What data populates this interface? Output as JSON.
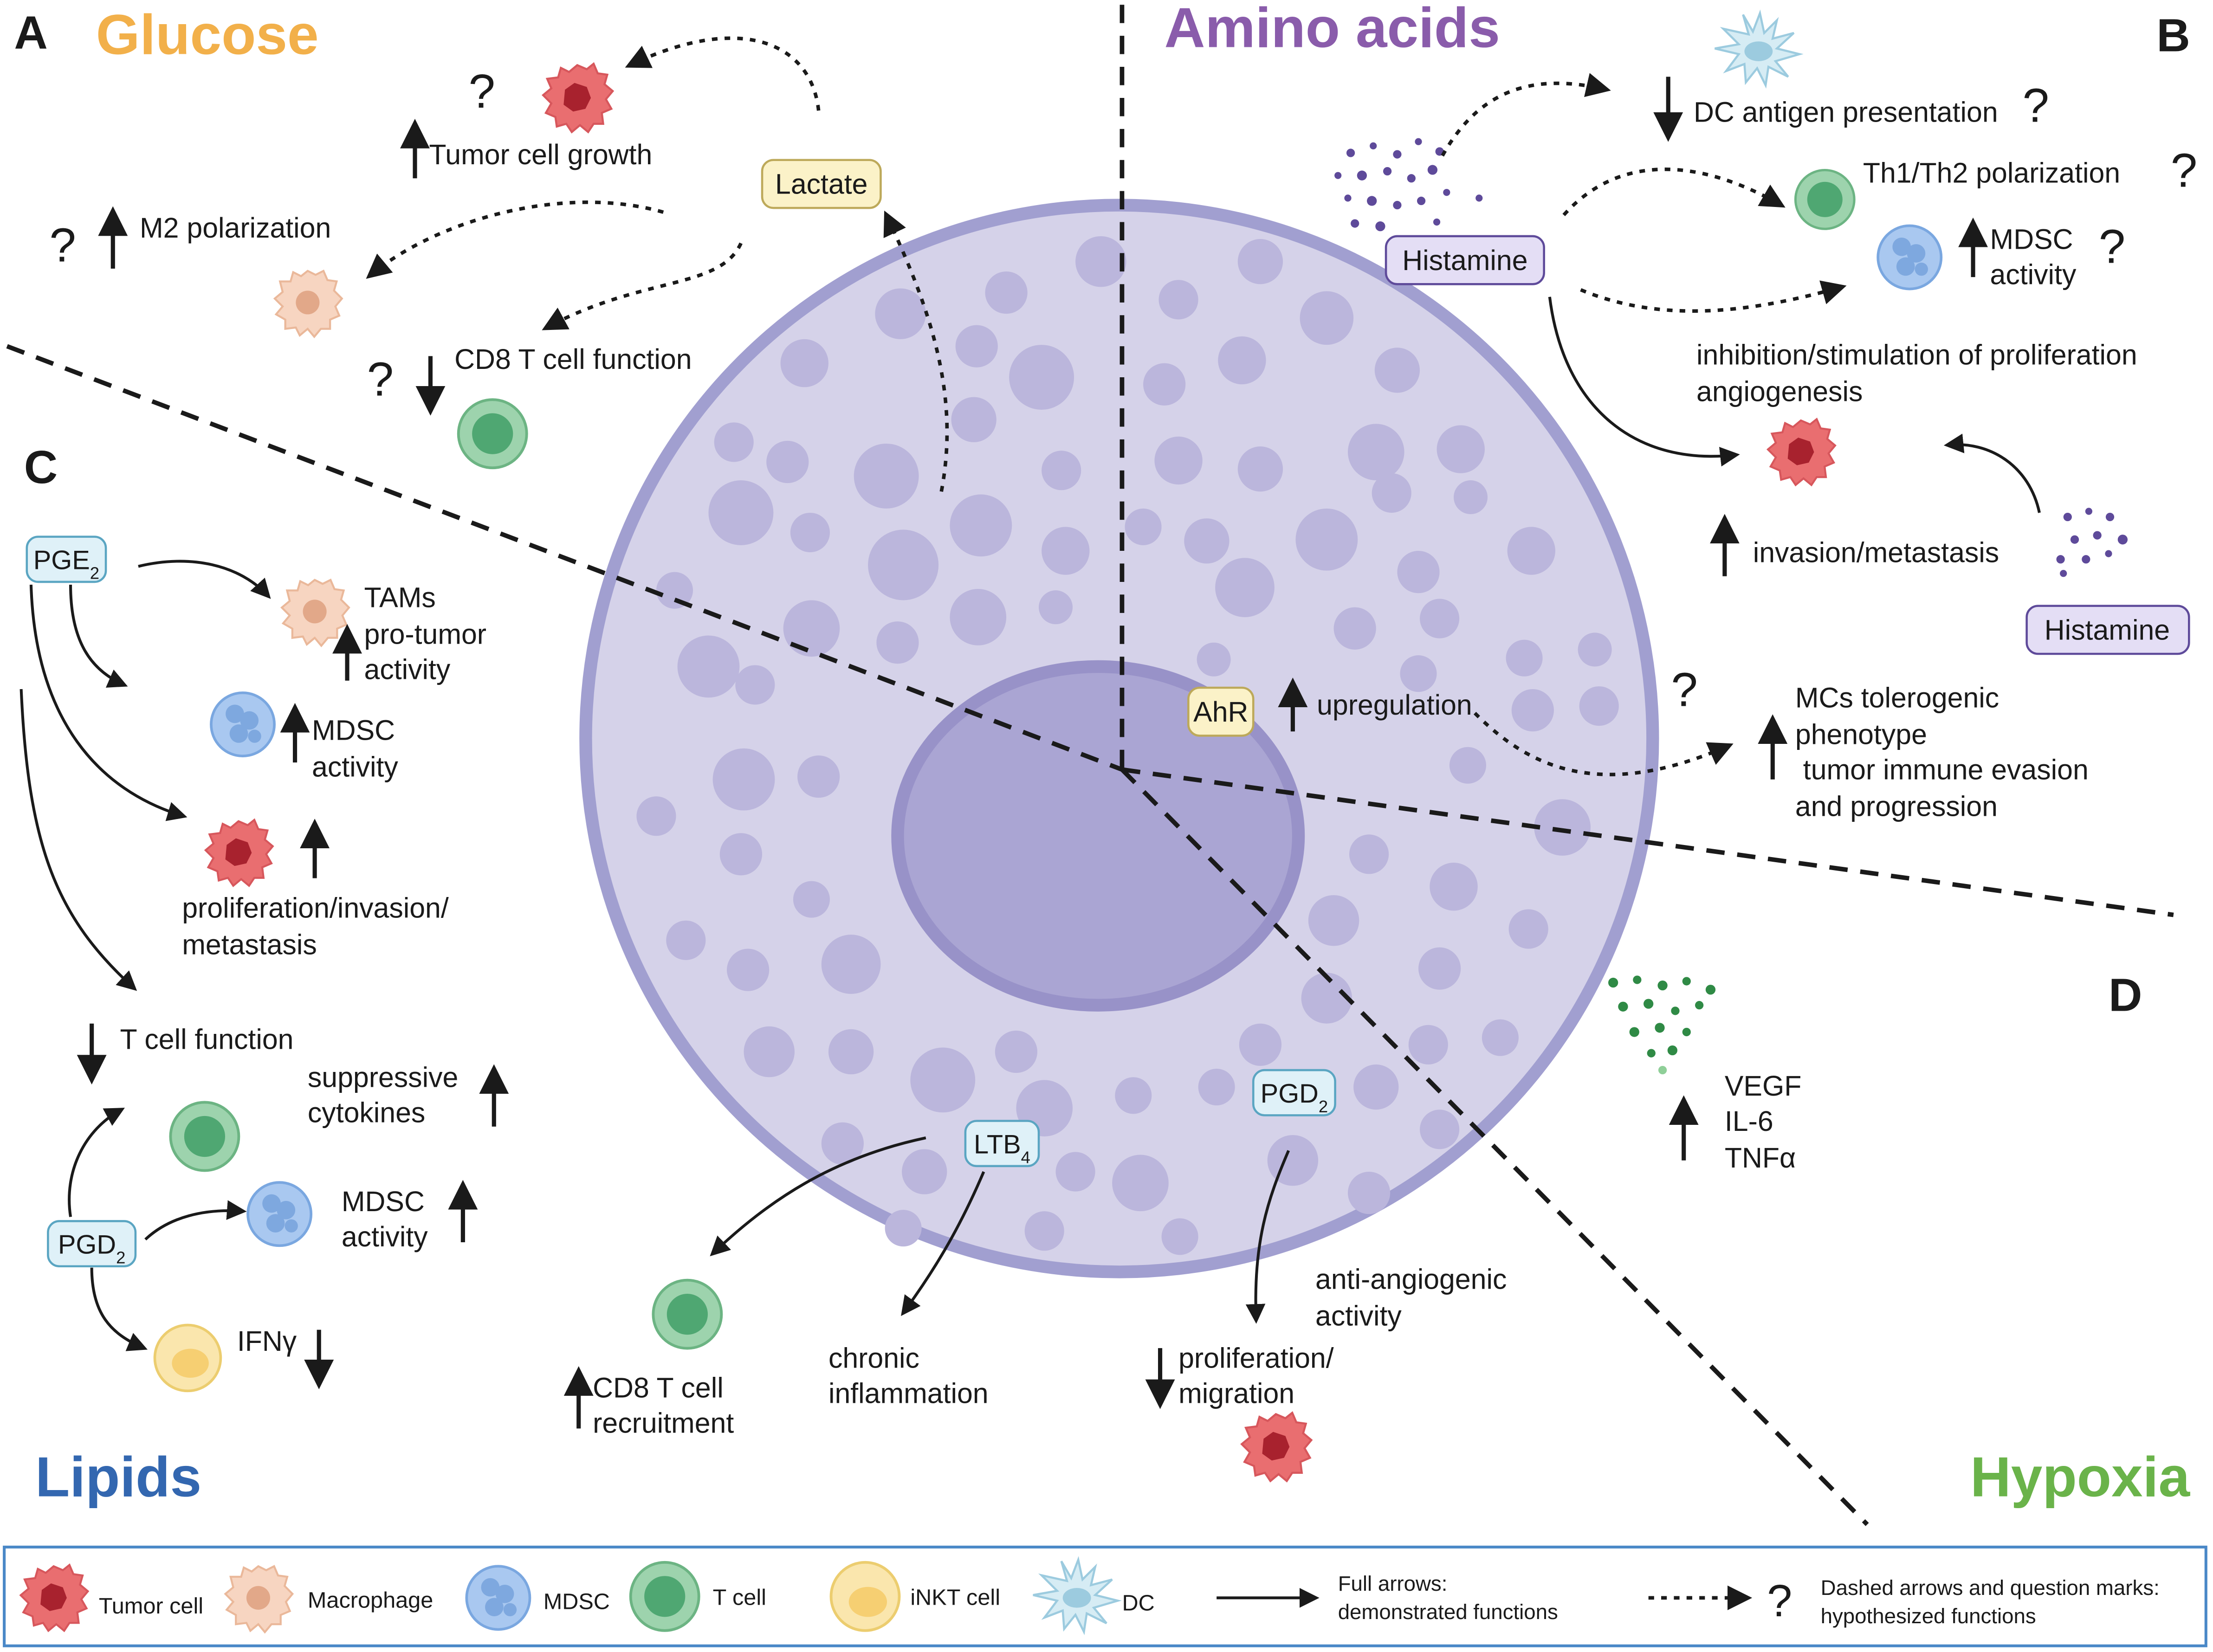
{
  "panels": {
    "a": {
      "letter": "A",
      "title": "Glucose",
      "color": "#f2b04a"
    },
    "b": {
      "letter": "B",
      "title": "Amino acids",
      "color": "#8a5cab"
    },
    "c": {
      "letter": "C",
      "title": "Lipids",
      "color": "#3367b0"
    },
    "d": {
      "letter": "D",
      "title": "Hypoxia",
      "color": "#6ab34a"
    }
  },
  "glucose": {
    "lactate": "Lactate",
    "tumor_growth": "Tumor cell growth",
    "m2": "M2 polarization",
    "cd8": "CD8 T cell function"
  },
  "amino": {
    "histamine": "Histamine",
    "dc": "DC antigen presentation",
    "th": "Th1/Th2 polarization",
    "mdsc1": "MDSC",
    "mdsc2": "activity",
    "inhib1": "inhibition/stimulation of proliferation",
    "inhib2": "angiogenesis",
    "invasion": "invasion/metastasis",
    "histamine2": "Histamine",
    "ahr": "AhR",
    "upreg": "upregulation",
    "mcs1": "MCs tolerogenic",
    "mcs2": "phenotype",
    "mcs3": " tumor immune evasion",
    "mcs4": "and progression"
  },
  "lipids": {
    "pge2_main": "PGE",
    "pge2_sub": "2",
    "tams1": "TAMs",
    "tams2": "pro-tumor",
    "tams3": "activity",
    "mdsc1": "MDSC",
    "mdsc2": "activity",
    "prolif1": "proliferation/invasion/",
    "prolif2": "metastasis",
    "tcell": "T cell function",
    "supp1": "suppressive",
    "supp2": "cytokines",
    "pgd2_main": "PGD",
    "pgd2_sub": "2",
    "mdsc3": "MDSC",
    "mdsc4": "activity",
    "ifn": "IFNγ",
    "ltb4_main": "LTB",
    "ltb4_sub": "4",
    "cd8a": "CD8 T cell",
    "cd8b": "recruitment",
    "chronic1": "chronic",
    "chronic2": "inflammation",
    "pgd2b_main": "PGD",
    "pgd2b_sub": "2",
    "anti1": "anti-angiogenic",
    "anti2": "activity",
    "prolif3": "proliferation/",
    "prolif4": "migration"
  },
  "hypoxia": {
    "vegf": "VEGF",
    "il6": "IL-6",
    "tnf": "TNFα"
  },
  "qmark": "?",
  "legend": {
    "tumor": "Tumor cell",
    "macrophage": "Macrophage",
    "mdsc": "MDSC",
    "tcell": "T cell",
    "inkt": "iNKT cell",
    "dc": "DC",
    "full1": "Full arrows:",
    "full2": "demonstrated functions",
    "dashed1": "Dashed arrows and question marks:",
    "dashed2": "hypothesized functions"
  },
  "colors": {
    "cell_body": "#d5d2e9",
    "cell_border": "#a19fd0",
    "granule": "#bbb6dc",
    "nucleus": "#a9a4d3",
    "tumor": "#e0545a",
    "macrophage": "#f4c9b0",
    "mdsc": "#8db7ea",
    "tcell": "#6dbb8a",
    "inkt": "#f7d98a",
    "dc": "#c7e3ef"
  }
}
